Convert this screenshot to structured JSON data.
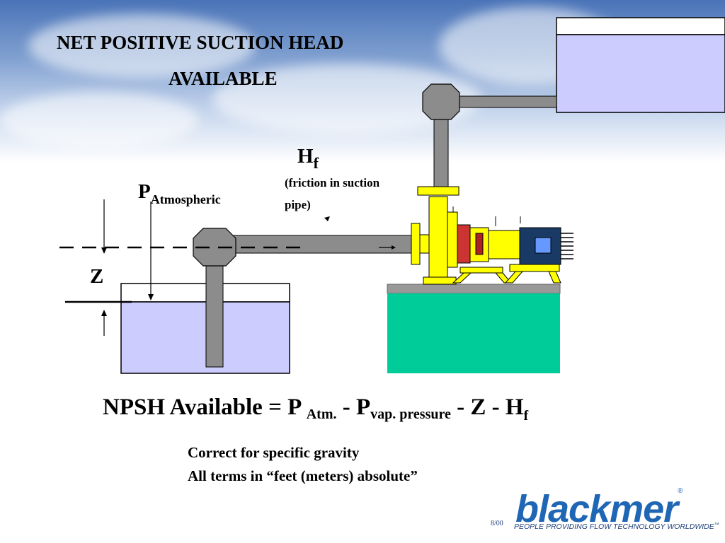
{
  "title": {
    "line1": "NET POSITIVE SUCTION HEAD",
    "line2": "AVAILABLE"
  },
  "labels": {
    "hf_main": "H",
    "hf_sub": "f",
    "friction_line1": "(friction  in suction",
    "friction_line2": "pipe)",
    "patm_main": "P",
    "patm_sub": "Atmospheric",
    "z": "Z"
  },
  "equation": {
    "lhs": "NPSH Available = P",
    "atm_sub": "Atm.",
    "minus_p": " - P",
    "vap_sub": "vap. pressure",
    "minus_z_h": " - Z - H",
    "f_sub": "f"
  },
  "notes": {
    "line1": "Correct for specific gravity",
    "line2": "All terms in “feet (meters)  absolute”"
  },
  "footer": {
    "page": "8/00",
    "logo": "blackmer",
    "registered": "®",
    "tagline": "PEOPLE PROVIDING FLOW TECHNOLOGY WORLDWIDE",
    "tm": "™"
  },
  "colors": {
    "tank_fill": "#ccccff",
    "pipe": "#8c8c8c",
    "base_fill": "#00cc99",
    "pump_yellow": "#ffff00",
    "motor_blue": "#1a3a66",
    "logo_blue": "#1f66b5"
  }
}
